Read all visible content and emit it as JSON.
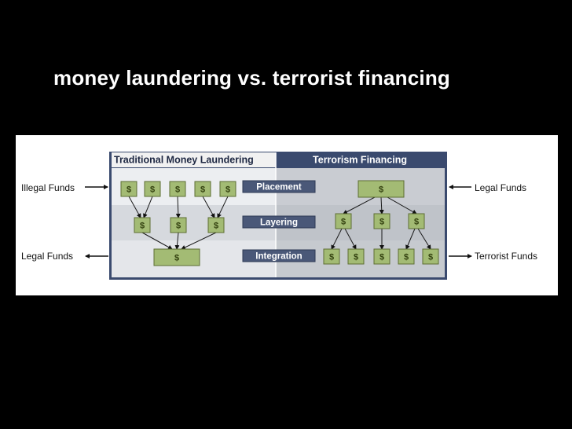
{
  "slide": {
    "title": "money laundering vs. terrorist financing"
  },
  "diagram": {
    "headers": {
      "left": "Traditional Money Laundering",
      "right": "Terrorism Financing"
    },
    "stages": [
      "Placement",
      "Layering",
      "Integration"
    ],
    "side_labels": {
      "top_left": "Illegal Funds",
      "top_right": "Legal Funds",
      "bottom_left": "Legal Funds",
      "bottom_right": "Terrorist Funds"
    },
    "currency_symbol": "$",
    "colors": {
      "header_bg": "#3a4a6e",
      "stage_button": "#4a5878",
      "money_box": "#a3bb74",
      "money_border": "#5d6e33",
      "band_light": "#e4e6ea",
      "band_mid": "#cfd3d9",
      "right_panel": "#c2c6cc"
    }
  }
}
